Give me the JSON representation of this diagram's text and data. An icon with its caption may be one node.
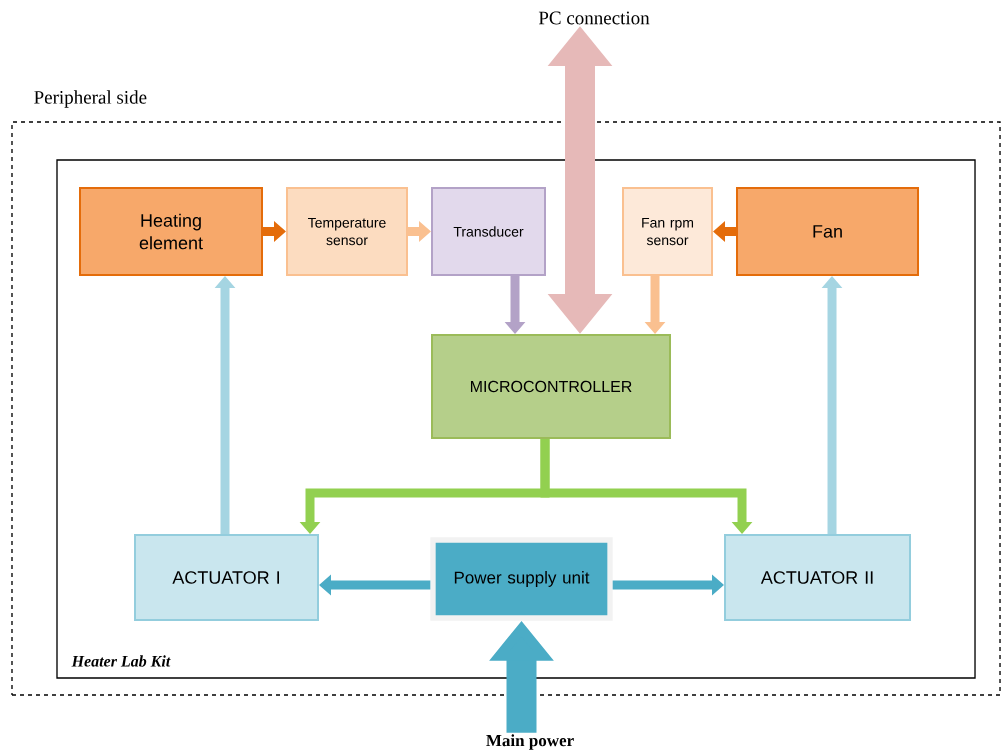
{
  "diagram": {
    "nodes": [
      {
        "text": [
          "PC connection"
        ]
      },
      {
        "text": [
          "Peripheral side"
        ]
      },
      {
        "text": [
          "Heater Lab Kit"
        ],
        "in": 1
      },
      {
        "text": [
          "Heating element"
        ],
        "in": 2
      },
      {
        "text": [
          "Temperature sensor"
        ],
        "in": 2
      },
      {
        "text": [
          "Transducer"
        ],
        "in": 2
      },
      {
        "text": [
          "Fan rpm sensor"
        ],
        "in": 2
      },
      {
        "text": [
          "Fan"
        ],
        "in": 2
      },
      {
        "text": [
          "MICROCONTROLLER"
        ],
        "in": 2
      },
      {
        "text": [
          "ACTUATOR I"
        ],
        "in": 2
      },
      {
        "text": [
          "Power supply unit"
        ],
        "in": 2
      },
      {
        "text": [
          "ACTUATOR II"
        ],
        "in": 2
      },
      {
        "text": [
          "Main power"
        ]
      }
    ],
    "edges": [
      {
        "from": 3,
        "to": 4,
        "arrow": "to",
        "color": "#e46c0a"
      },
      {
        "from": 4,
        "to": 5,
        "arrow": "to",
        "color": "#fac090"
      },
      {
        "from": 5,
        "to": 8,
        "arrow": "to",
        "color": "#b3a2c7"
      },
      {
        "from": 7,
        "to": 6,
        "arrow": "to",
        "color": "#e46c0a"
      },
      {
        "from": 6,
        "to": 8,
        "arrow": "to",
        "color": "#fac090"
      },
      {
        "from": 0,
        "to": 8,
        "arrow": "both",
        "style": "thick",
        "color": "#e6b9b8"
      },
      {
        "from": 8,
        "to": 9,
        "arrow": "to",
        "color": "#92d050"
      },
      {
        "from": 8,
        "to": 11,
        "arrow": "to",
        "color": "#92d050"
      },
      {
        "from": 9,
        "to": 3,
        "arrow": "to",
        "color": "#a5d5e2"
      },
      {
        "from": 11,
        "to": 7,
        "arrow": "to",
        "color": "#a5d5e2"
      },
      {
        "from": 10,
        "to": 9,
        "arrow": "to",
        "color": "#4bacc6"
      },
      {
        "from": 10,
        "to": 11,
        "arrow": "to",
        "color": "#4bacc6"
      },
      {
        "from": 12,
        "to": 10,
        "arrow": "to",
        "style": "thick",
        "color": "#4bacc6"
      }
    ]
  }
}
